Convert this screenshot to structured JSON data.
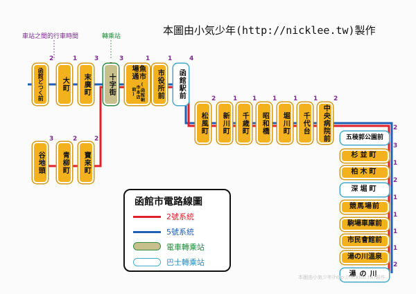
{
  "credit": "本圖由小気少年(http://nicklee.tw)製作",
  "notes": {
    "time_between": "車站之間的行車時間",
    "transfer": "轉乘站"
  },
  "stations": {
    "hakodate_dokku": "函館どつく前",
    "omachi": "大町",
    "suehiro": "末廣町",
    "jujigai": "十字街",
    "uoichiba": "魚市場通",
    "uoichiba_sub": "(函館朝市本店前)",
    "shiyakusho": "市役所前",
    "hakodate_eki": "函館駅前",
    "matsukaze": "松風町",
    "shinkawa": "新川町",
    "chitose": "千歳町",
    "showa": "昭和橋",
    "horikawa": "堀川町",
    "chiyogadai": "千代台",
    "chuo_byoin": "中央病院前",
    "yachigashira": "谷地頭",
    "aoyagi": "青柳町",
    "horai": "寶来町",
    "goryokaku": "五稜郭公園前",
    "suginami": "杉並町",
    "kashiwagi": "柏木町",
    "fukabori": "深堀町",
    "keibajo": "競馬場前",
    "komaba": "駒場車庫前",
    "shimin_kaikan": "市民會館前",
    "yunokawa_onsen": "湯の川溫泉",
    "yunokawa": "湯の川"
  },
  "times": {
    "t1": "2",
    "t2": "1",
    "t3": "3",
    "t4": "3",
    "t5": "1",
    "t6": "1",
    "t7": "4",
    "t8": "2",
    "t9": "1",
    "t10": "1",
    "t11": "1",
    "t12": "1",
    "t13": "1",
    "t14": "2",
    "t15": "3",
    "t16": "2",
    "t17": "2",
    "t18": "2",
    "t19": "3",
    "t20": "1",
    "t21": "2",
    "t22": "1",
    "t23": "1",
    "t24": "1",
    "t25": "1",
    "t26": "2"
  },
  "legend": {
    "title": "函館市電路線圖",
    "route2": "2號系統",
    "route5": "5號系統",
    "tram_transfer": "電車轉乘站",
    "bus_transfer": "巴士轉乘站"
  },
  "colors": {
    "route2": "#e0202a",
    "route5": "#1f5fb5",
    "station": "#f3b21d",
    "tram": "#c8c08c",
    "bus": "#ffffff"
  },
  "watermark": "本圖由小気少年(http://nicklee.tw)製作"
}
